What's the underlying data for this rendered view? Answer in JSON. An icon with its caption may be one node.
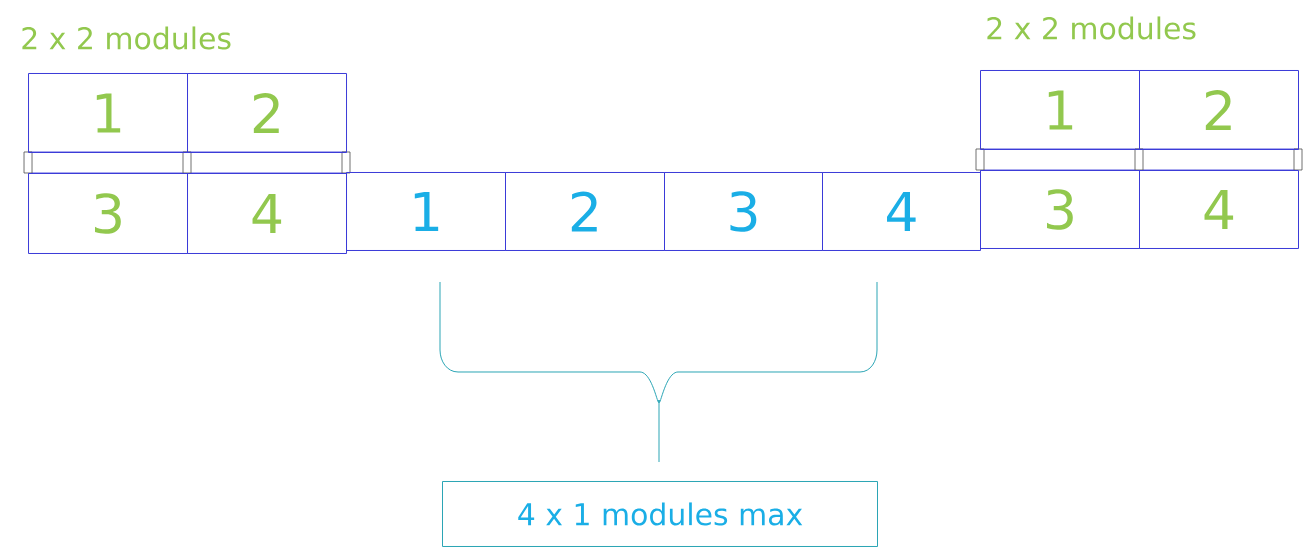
{
  "diagram": {
    "nodes": [
      {
        "text": [
          "1"
        ]
      },
      {
        "text": [
          "2"
        ]
      },
      {
        "text": [
          "3"
        ]
      },
      {
        "text": [
          "4"
        ]
      },
      {
        "text": [
          "1"
        ]
      },
      {
        "text": [
          "2"
        ]
      },
      {
        "text": [
          "3"
        ]
      },
      {
        "text": [
          "4"
        ]
      },
      {
        "text": [
          "1"
        ]
      },
      {
        "text": [
          "2"
        ]
      },
      {
        "text": [
          "3"
        ]
      },
      {
        "text": [
          "4"
        ]
      },
      {
        "text": [
          "4 x 1 modules max"
        ]
      }
    ],
    "labels": [
      "2 x 2 modules",
      "2 x 2 modules"
    ]
  }
}
